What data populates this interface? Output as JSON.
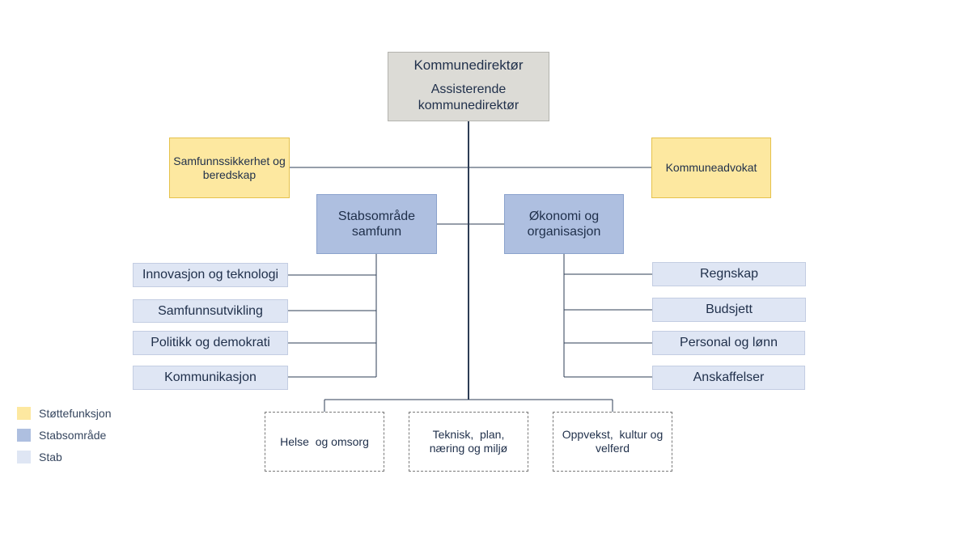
{
  "top": {
    "title": "Kommunedirektør",
    "subtitle": "Assisterende kommunedirektør"
  },
  "support_left": "Samfunnssikkerhet og beredskap",
  "support_right": "Kommuneadvokat",
  "area_left": "Stabsområde samfunn",
  "area_right": "Økonomi og organisasjon",
  "stab_left": [
    "Innovasjon og teknologi",
    "Samfunnsutvikling",
    "Politikk og demokrati",
    "Kommunikasjon"
  ],
  "stab_right": [
    "Regnskap",
    "Budsjett",
    "Personal og lønn",
    "Anskaffelser"
  ],
  "units": [
    "Helse  og omsorg",
    "Teknisk,  plan, næring og miljø",
    "Oppvekst,  kultur og velferd"
  ],
  "legend": [
    {
      "label": "Støttefunksjon",
      "color": "#fde8a0"
    },
    {
      "label": "Stabsområde",
      "color": "#aebfe0"
    },
    {
      "label": "Stab",
      "color": "#dfe6f4"
    }
  ],
  "colors": {
    "line": "#2d3d55",
    "support": "#fde8a0",
    "area": "#aebfe0",
    "stab": "#dfe6f4"
  }
}
